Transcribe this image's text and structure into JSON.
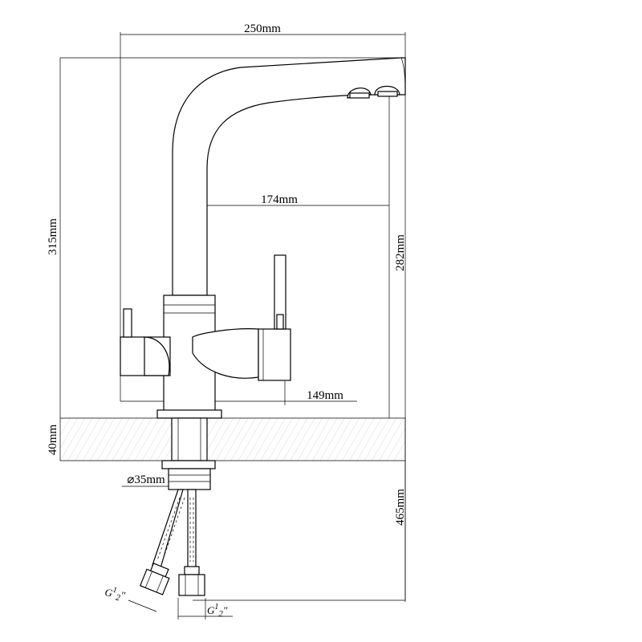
{
  "dimensions": {
    "total_width": "250mm",
    "total_height": "315mm",
    "spout_reach": "174mm",
    "spout_height": "282mm",
    "base_width": "149mm",
    "counter_thickness": "40mm",
    "mount_diameter": "⌀35mm",
    "hose_length": "465mm",
    "connection_left": "G1/2\"",
    "connection_right": "G1/2\""
  },
  "thread": {
    "main": "G",
    "superscript": "1",
    "subscript": "2",
    "quote": "\""
  }
}
